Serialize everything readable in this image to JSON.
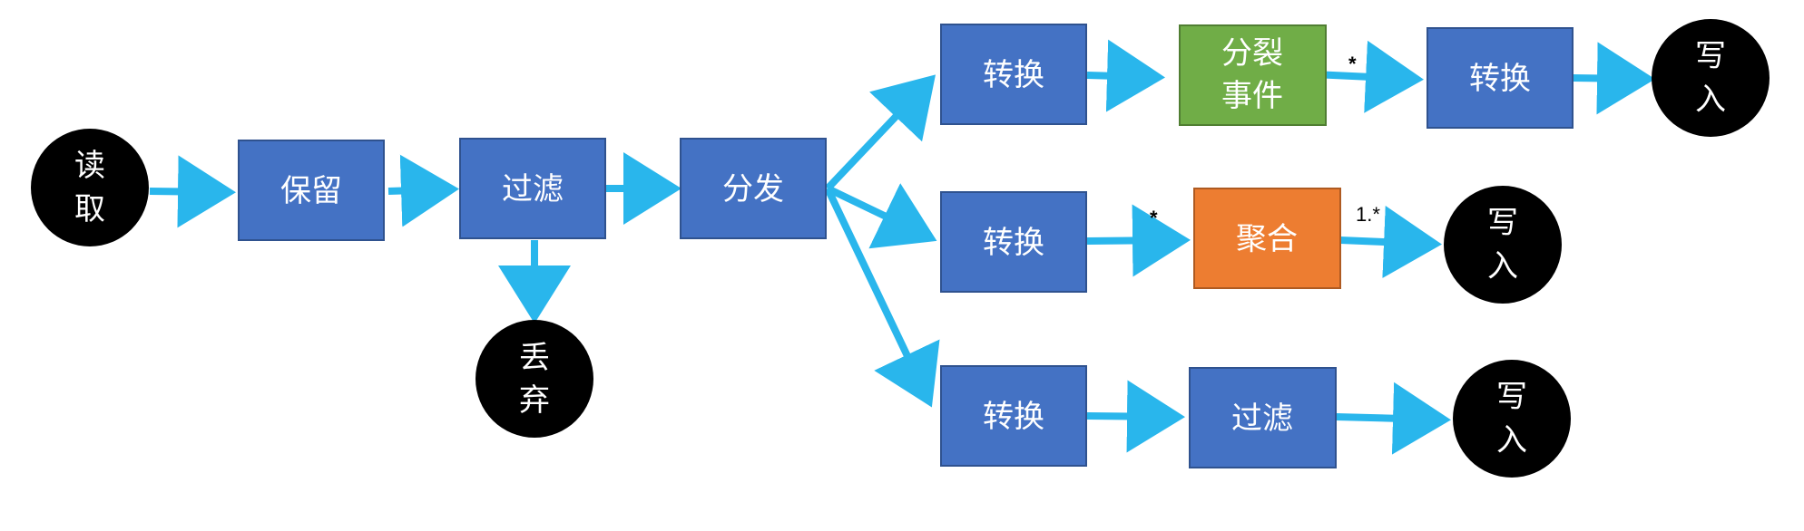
{
  "colors": {
    "process": "#4472C4",
    "process_border": "#2F528F",
    "split": "#70AD47",
    "split_border": "#507E32",
    "aggregate": "#ED7D31",
    "aggregate_border": "#AE5A21",
    "terminal": "#000000",
    "arrow": "#29B6EC",
    "node_text": "#FFFFFF"
  },
  "nodes": {
    "read": {
      "line1": "读",
      "line2": "取"
    },
    "keep": {
      "label": "保留"
    },
    "filter_main": {
      "label": "过滤"
    },
    "discard": {
      "line1": "丢",
      "line2": "弃"
    },
    "dispatch": {
      "label": "分发"
    },
    "transform_top": {
      "label": "转换"
    },
    "split_event": {
      "line1": "分裂",
      "line2": "事件"
    },
    "transform_top2": {
      "label": "转换"
    },
    "write_top": {
      "line1": "写",
      "line2": "入"
    },
    "transform_mid": {
      "label": "转换"
    },
    "aggregate": {
      "label": "聚合"
    },
    "write_mid": {
      "line1": "写",
      "line2": "入"
    },
    "transform_bottom": {
      "label": "转换"
    },
    "filter_bottom": {
      "label": "过滤"
    },
    "write_bottom": {
      "line1": "写",
      "line2": "入"
    }
  },
  "edge_labels": {
    "split_out": "*",
    "aggregate_in": "*",
    "aggregate_out": "1.*"
  }
}
